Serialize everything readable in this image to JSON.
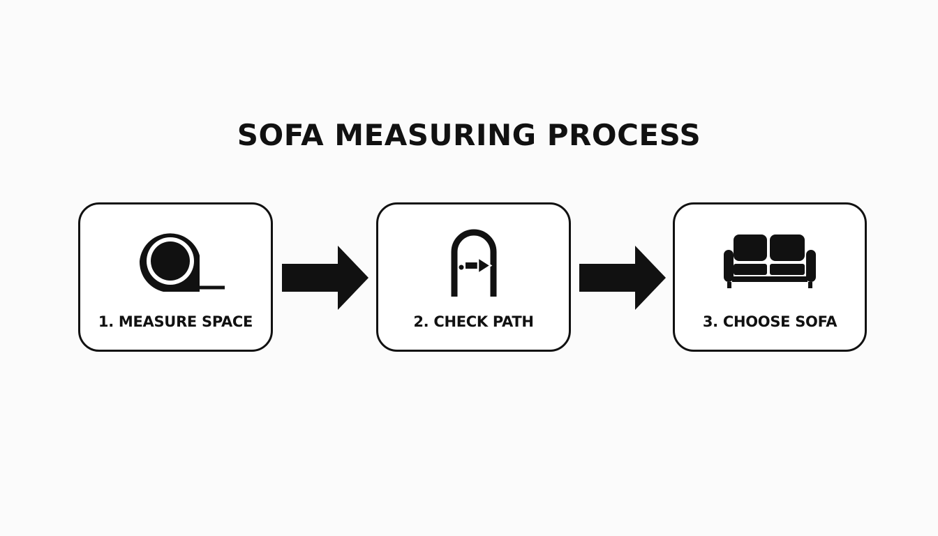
{
  "diagram": {
    "title": "SOFA MEASURING PROCESS",
    "colors": {
      "ink": "#111111",
      "background": "#fbfbfb",
      "card_fill": "#ffffff"
    },
    "steps": [
      {
        "label": "1. MEASURE SPACE",
        "icon": "tape-measure-icon"
      },
      {
        "label": "2. CHECK PATH",
        "icon": "doorway-icon"
      },
      {
        "label": "3. CHOOSE SOFA",
        "icon": "sofa-icon"
      }
    ],
    "connectors": [
      {
        "from": "1. MEASURE SPACE",
        "to": "2. CHECK PATH",
        "icon": "arrow-right-icon"
      },
      {
        "from": "2. CHECK PATH",
        "to": "3. CHOOSE SOFA",
        "icon": "arrow-right-icon"
      }
    ]
  }
}
